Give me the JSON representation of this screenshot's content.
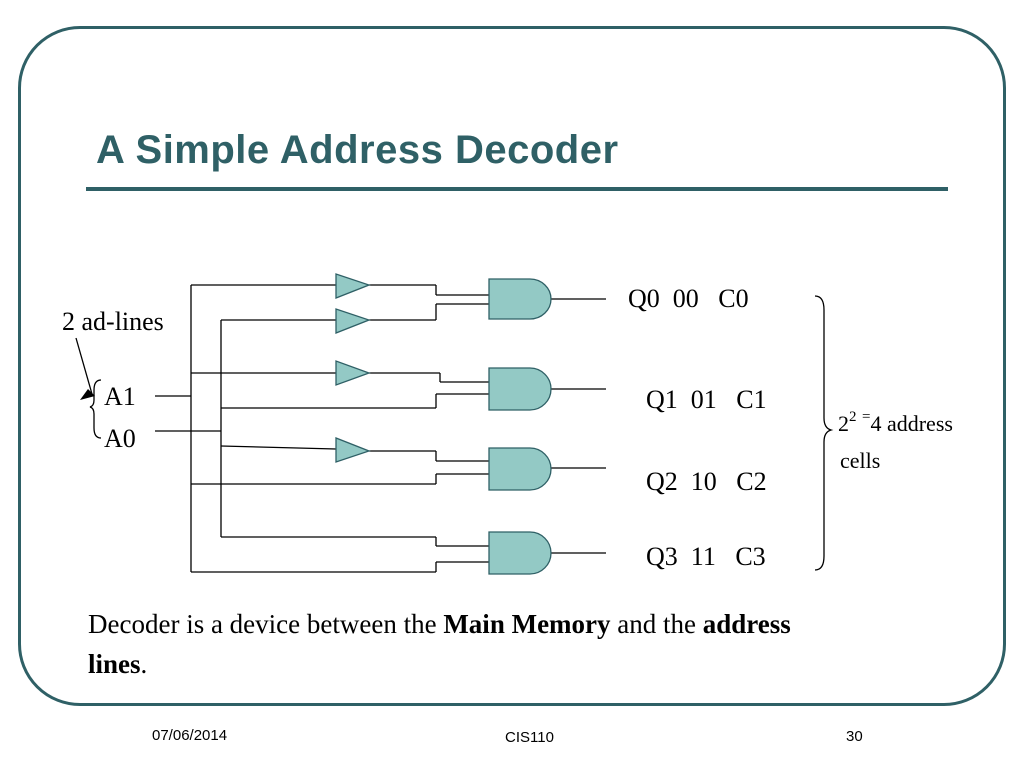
{
  "slide": {
    "title": "A Simple Address Decoder",
    "accent_color": "#2f6066",
    "gate_fill": "#93c9c5"
  },
  "diagram": {
    "ad_lines_label": "2 ad-lines",
    "inputs": [
      "A1",
      "A0"
    ],
    "outputs": [
      {
        "q": "Q0",
        "code": "00",
        "cell": "C0"
      },
      {
        "q": "Q1",
        "code": "01",
        "cell": "C1"
      },
      {
        "q": "Q2",
        "code": "10",
        "cell": "C2"
      },
      {
        "q": "Q3",
        "code": "11",
        "cell": "C3"
      }
    ],
    "cells_note": {
      "base": "2",
      "exponent": "2",
      "equals": "=",
      "rest": "4 address",
      "line2": "cells"
    }
  },
  "description": {
    "part1": "Decoder  is a device between the ",
    "bold1": "Main Memory",
    "part2": " and the ",
    "bold2": "address lines",
    "part3": "."
  },
  "footer": {
    "date": "07/06/2014",
    "course": "CIS110",
    "page": "30"
  }
}
